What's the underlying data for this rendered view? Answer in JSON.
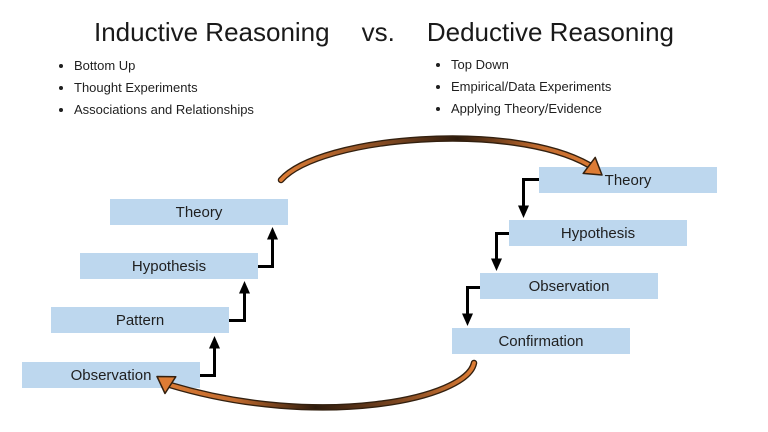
{
  "title": {
    "inductive": "Inductive Reasoning",
    "vs": "vs.",
    "deductive": "Deductive Reasoning"
  },
  "inductive": {
    "bullets": [
      "Bottom Up",
      "Thought Experiments",
      "Associations and Relationships"
    ],
    "steps_top_to_bottom": [
      "Theory",
      "Hypothesis",
      "Pattern",
      "Observation"
    ]
  },
  "deductive": {
    "bullets": [
      "Top Down",
      "Empirical/Data Experiments",
      "Applying Theory/Evidence"
    ],
    "steps_top_to_bottom": [
      "Theory",
      "Hypothesis",
      "Observation",
      "Confirmation"
    ]
  },
  "colors": {
    "box_fill": "#BDD7EE",
    "connector": "#000000",
    "cycle_arrow_orange": "#DD7C35",
    "cycle_arrow_dark": "#33200F",
    "title_text": "#1A1A1A",
    "body_text": "#1F1F1F"
  }
}
